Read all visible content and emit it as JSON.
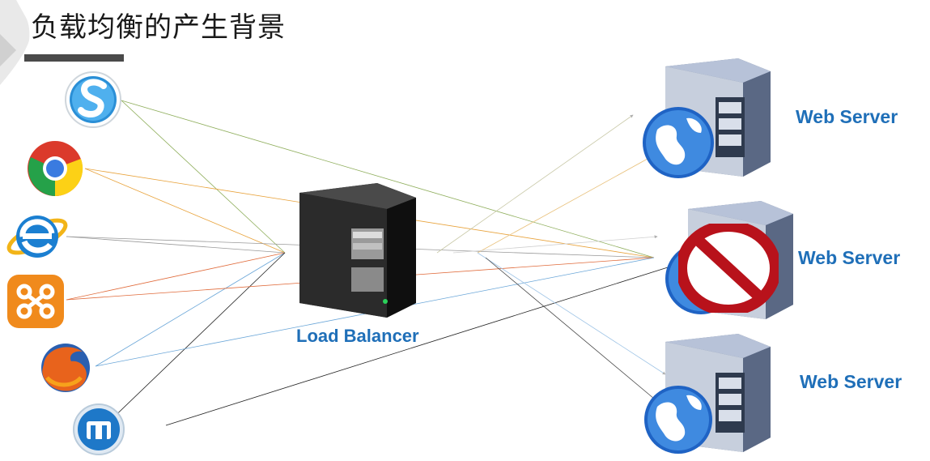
{
  "title": "负载均衡的产生背景",
  "load_balancer": {
    "label": "Load Balancer"
  },
  "servers": [
    {
      "label": "Web Server",
      "status": "online"
    },
    {
      "label": "Web Server",
      "status": "blocked"
    },
    {
      "label": "Web Server",
      "status": "online"
    }
  ],
  "clients": [
    {
      "icon": "sogou-browser-icon"
    },
    {
      "icon": "chrome-icon"
    },
    {
      "icon": "internet-explorer-icon"
    },
    {
      "icon": "orange-app-icon"
    },
    {
      "icon": "firefox-icon"
    },
    {
      "icon": "maxthon-icon"
    }
  ],
  "colors": {
    "label_blue": "#1f6fb8",
    "line_colors": [
      "#8fae5c",
      "#e8a23a",
      "#9a9a9a",
      "#e06a3a",
      "#6aa6d8",
      "#222222"
    ]
  }
}
